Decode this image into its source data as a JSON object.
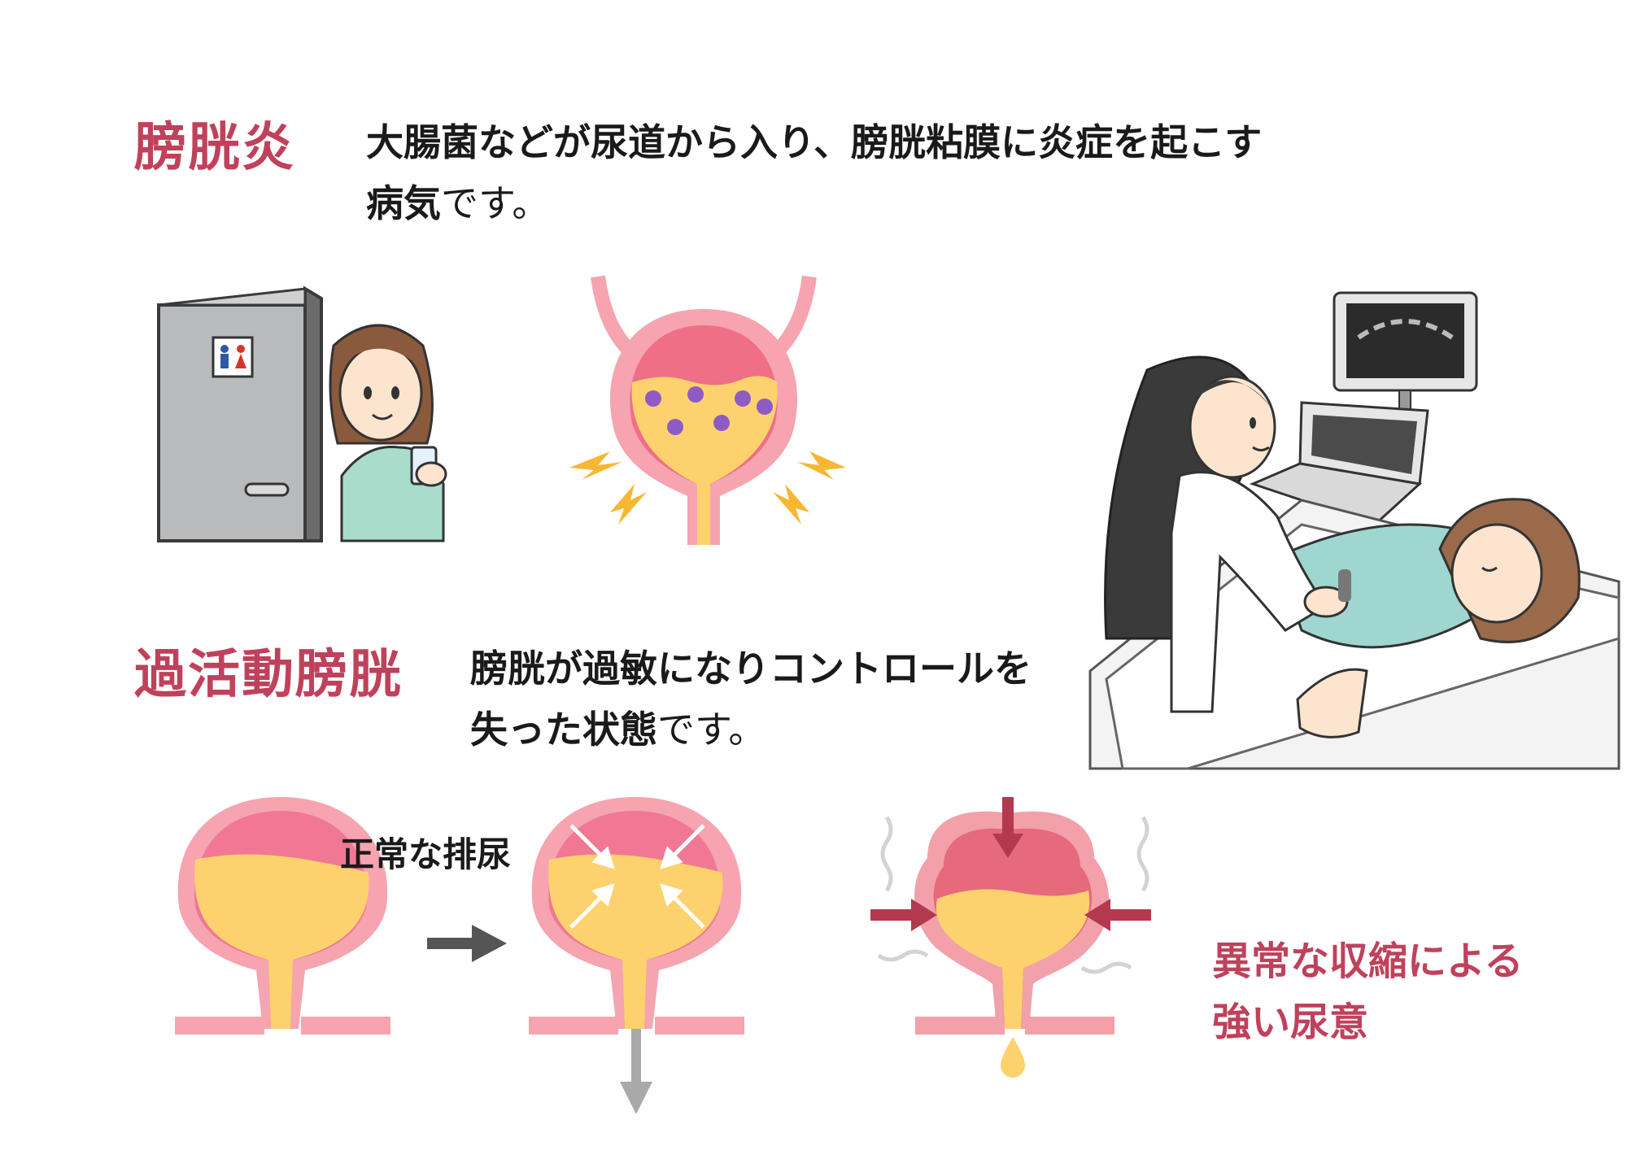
{
  "sections": [
    {
      "title": "膀胱炎",
      "description_line1": "大腸菌などが尿道から入り、膀胱粘膜に炎症を起こす",
      "description_line2_bold": "病気",
      "description_line2_light": "です。"
    },
    {
      "title": "過活動膀胱",
      "description_line1": "膀胱が過敏になりコントロールを",
      "description_line2_bold": "失った状態",
      "description_line2_light": "です。"
    }
  ],
  "diagram": {
    "normal_label": "正常な排尿",
    "abnormal_note_line1": "異常な収縮による",
    "abnormal_note_line2": "強い尿意"
  },
  "colors": {
    "accent": "#c0415b",
    "bladder_wall": "#f6a4b0",
    "urine": "#fdd26e",
    "contraction": "#c0415b"
  },
  "icons": [
    "toilet-sign-icon",
    "bacteria-icon",
    "pain-bolt-icon",
    "ultrasound-monitor-icon",
    "arrow-right-icon",
    "arrow-down-icon",
    "squeeze-arrow-icon",
    "urine-drop-icon"
  ]
}
